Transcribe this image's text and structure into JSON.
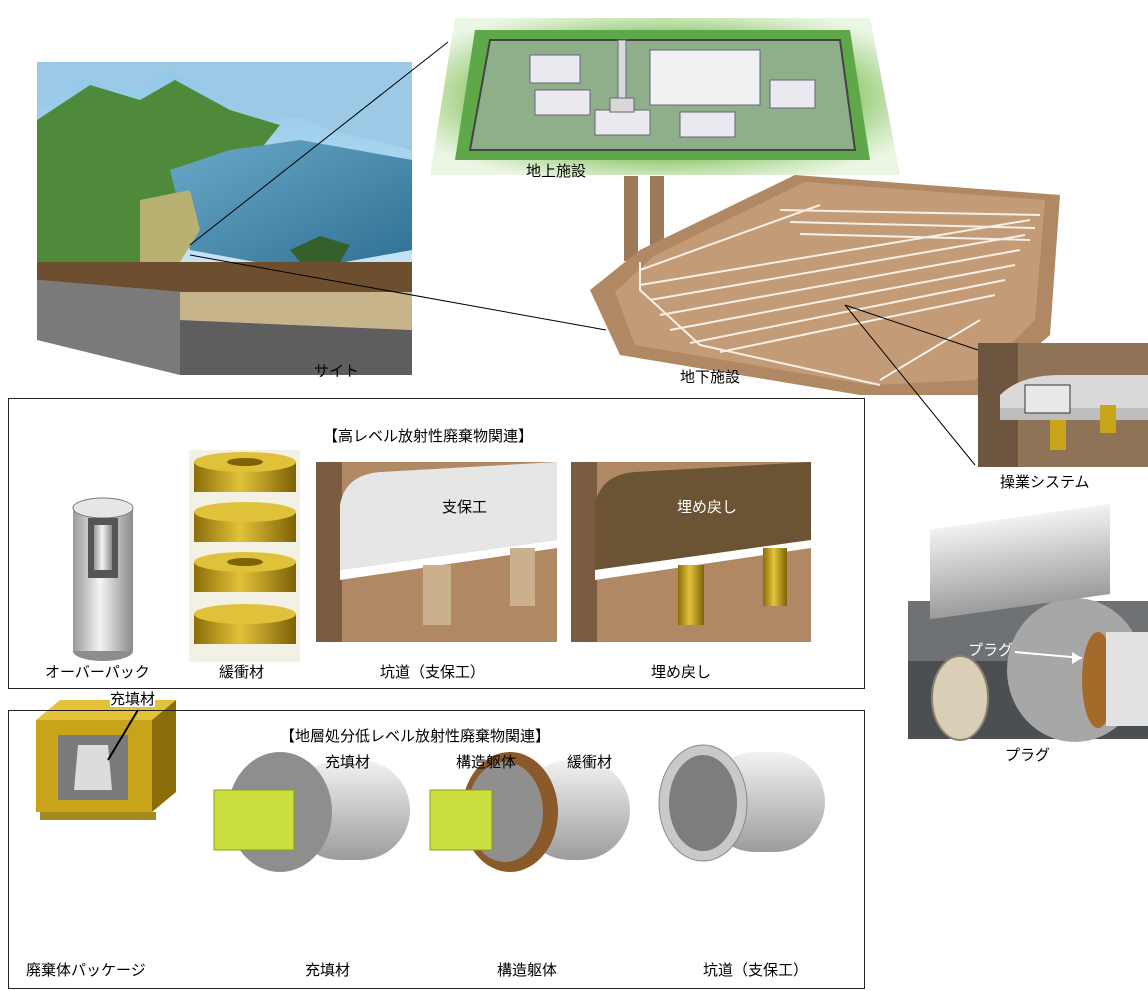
{
  "top": {
    "site_label": "サイト",
    "surface_label": "地上施設",
    "underground_label": "地下施設",
    "operation_label": "操業システム"
  },
  "hlw": {
    "header": "【高レベル放射性廃棄物関連】",
    "overpack": "オーバーパック",
    "buffer": "緩衝材",
    "tunnel_support": "坑道（支保工）",
    "support_overlay": "支保工",
    "backfill": "埋め戻し",
    "backfill_overlay": "埋め戻し"
  },
  "llw": {
    "header": "【地層処分低レベル放射性廃棄物関連】",
    "package": "廃棄体パッケージ",
    "filler_callout": "充填材",
    "filler_callout2": "充填材",
    "filler": "充填材",
    "structure_callout": "構造躯体",
    "buffer_callout": "緩衝材",
    "structure": "構造躯体",
    "tunnel_support": "坑道（支保工）"
  },
  "plug": {
    "callout": "プラグ",
    "label": "プラグ"
  },
  "colors": {
    "earth_brown": "#b8916d",
    "grass_green": "#7cb85a",
    "sea_blue": "#5d98b8",
    "buffer_yellow": "#c9a418",
    "concrete_grey": "#d8d8d8",
    "backfill_dark": "#6b5433"
  }
}
